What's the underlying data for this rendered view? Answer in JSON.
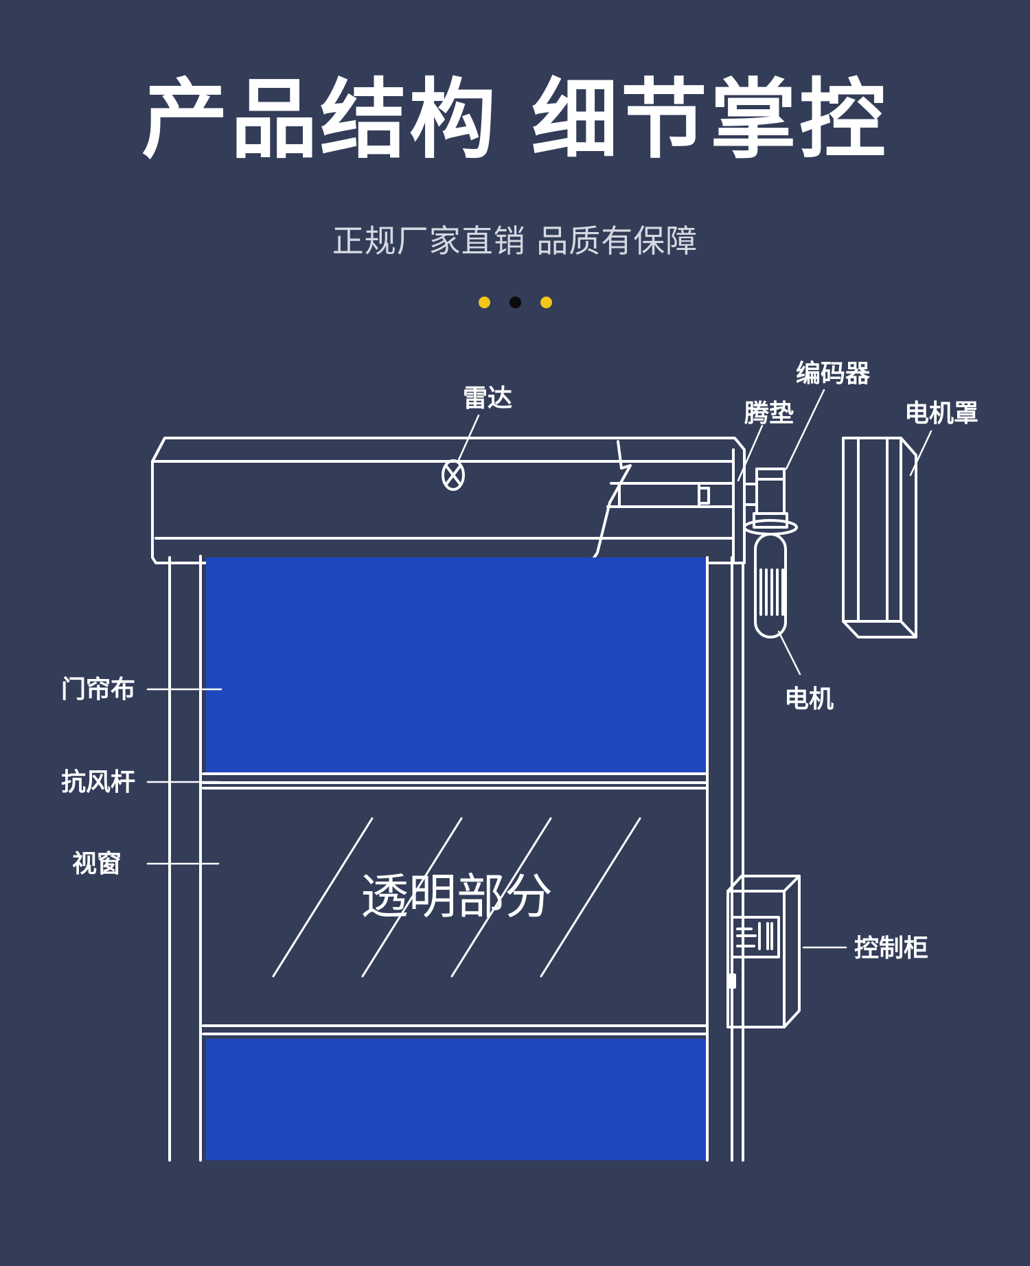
{
  "header": {
    "title": "产品结构 细节掌控",
    "subtitle": "正规厂家直销 品质有保障"
  },
  "dots": [
    "#f5c518",
    "#0b0b0b",
    "#f5c518"
  ],
  "colors": {
    "background": "#333d58",
    "curtain": "#1f48bf",
    "line": "#ffffff"
  },
  "labels": {
    "radar": "雷达",
    "encoder": "编码器",
    "pad": "腾垫",
    "motor_cover": "电机罩",
    "motor": "电机",
    "curtain": "门帘布",
    "wind_bar": "抗风杆",
    "window": "视窗",
    "transparent": "透明部分",
    "control_box": "控制柜"
  }
}
